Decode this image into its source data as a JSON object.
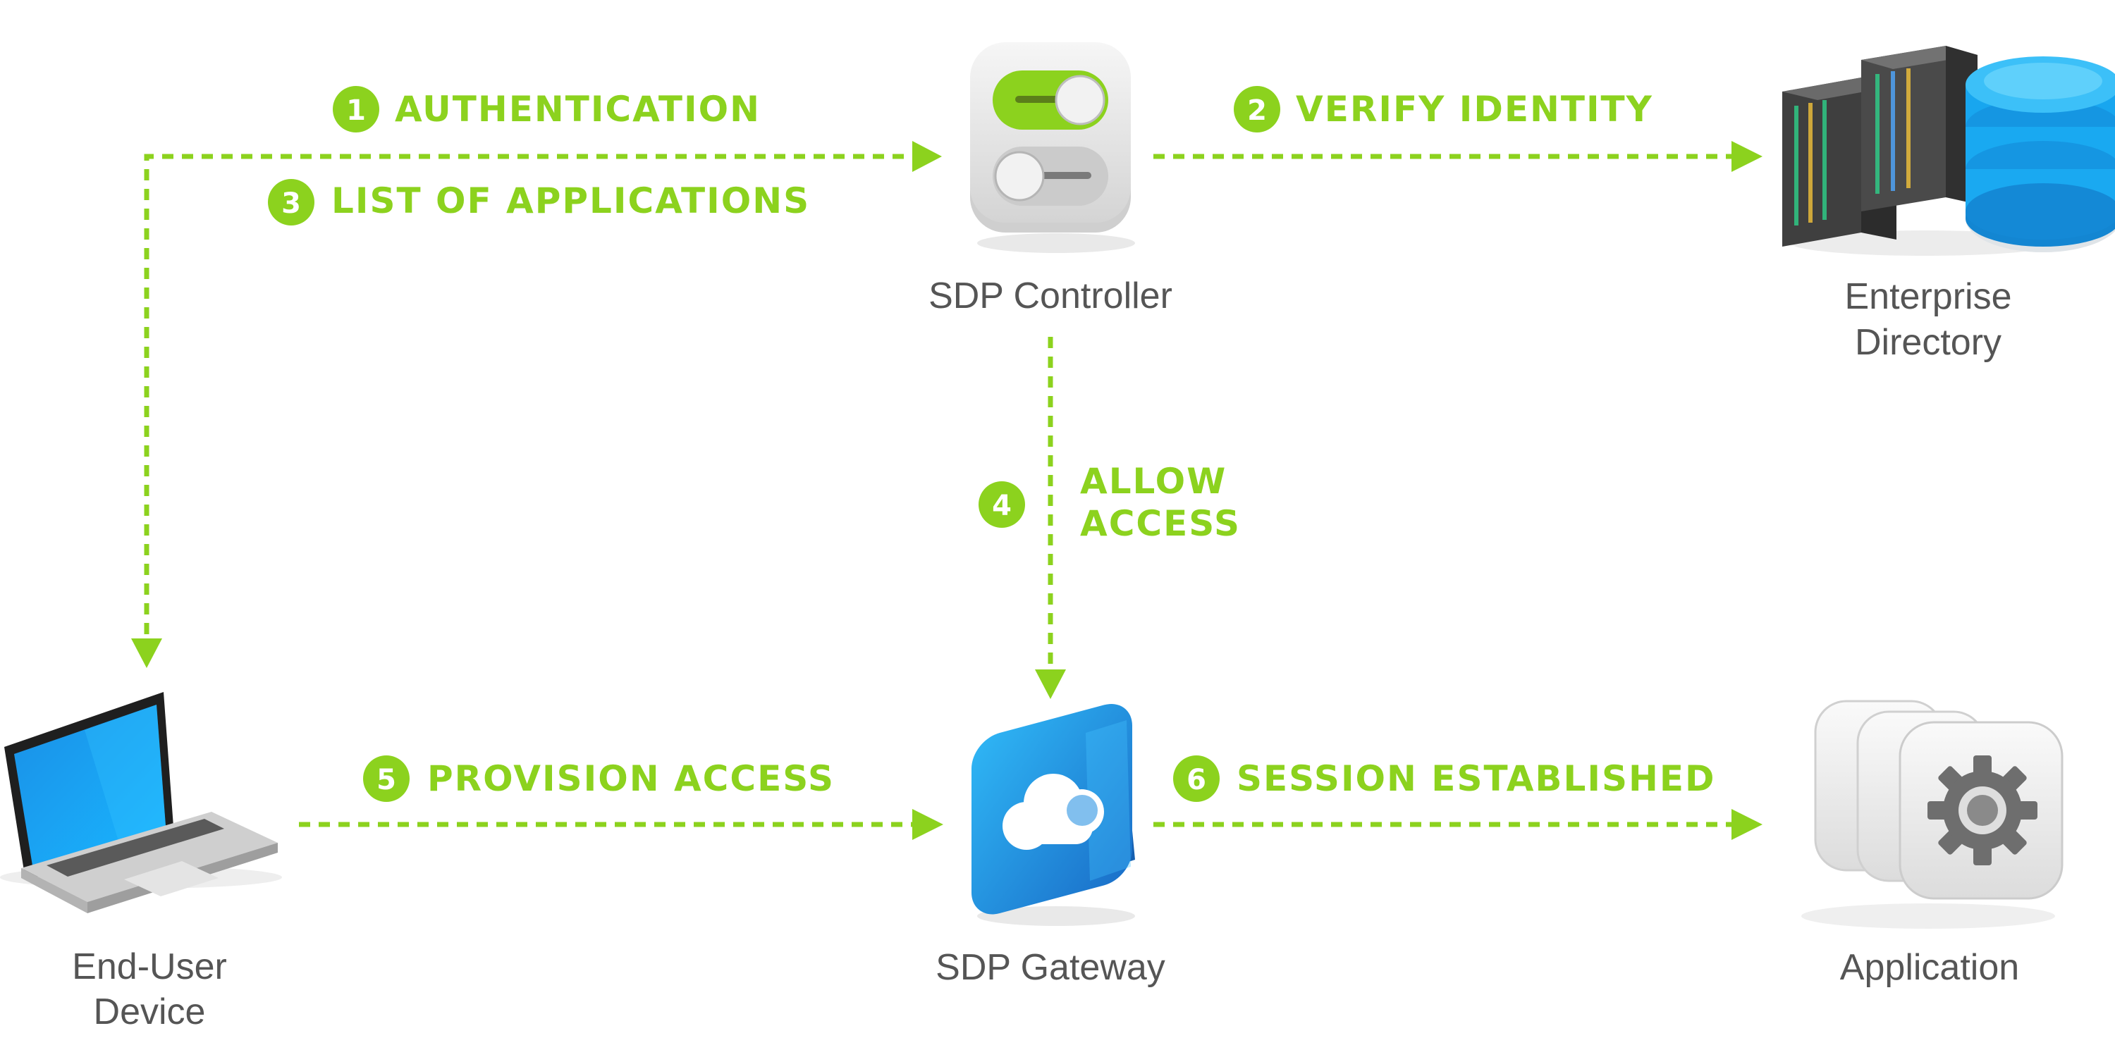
{
  "colors": {
    "accent": "#8cd21e",
    "label": "#555555",
    "screen_blue": "#1e9cf0",
    "cylinder_blue": "#16a7ef",
    "server_dark": "#4a4a4a"
  },
  "nodes": {
    "controller": {
      "label": "SDP Controller",
      "icon": "toggle-switch-icon"
    },
    "directory": {
      "label_line1": "Enterprise",
      "label_line2": "Directory",
      "icon": "server-database-icon"
    },
    "device": {
      "label_line1": "End-User",
      "label_line2": "Device",
      "icon": "laptop-icon"
    },
    "gateway": {
      "label": "SDP Gateway",
      "icon": "cloud-gateway-icon"
    },
    "application": {
      "label": "Application",
      "icon": "gear-app-icon"
    }
  },
  "steps": [
    {
      "number": "1",
      "label": "AUTHENTICATION"
    },
    {
      "number": "2",
      "label": "VERIFY IDENTITY"
    },
    {
      "number": "3",
      "label": "LIST OF APPLICATIONS"
    },
    {
      "number": "4",
      "label_line1": "ALLOW",
      "label_line2": "ACCESS"
    },
    {
      "number": "5",
      "label": "PROVISION ACCESS"
    },
    {
      "number": "6",
      "label": "SESSION ESTABLISHED"
    }
  ]
}
